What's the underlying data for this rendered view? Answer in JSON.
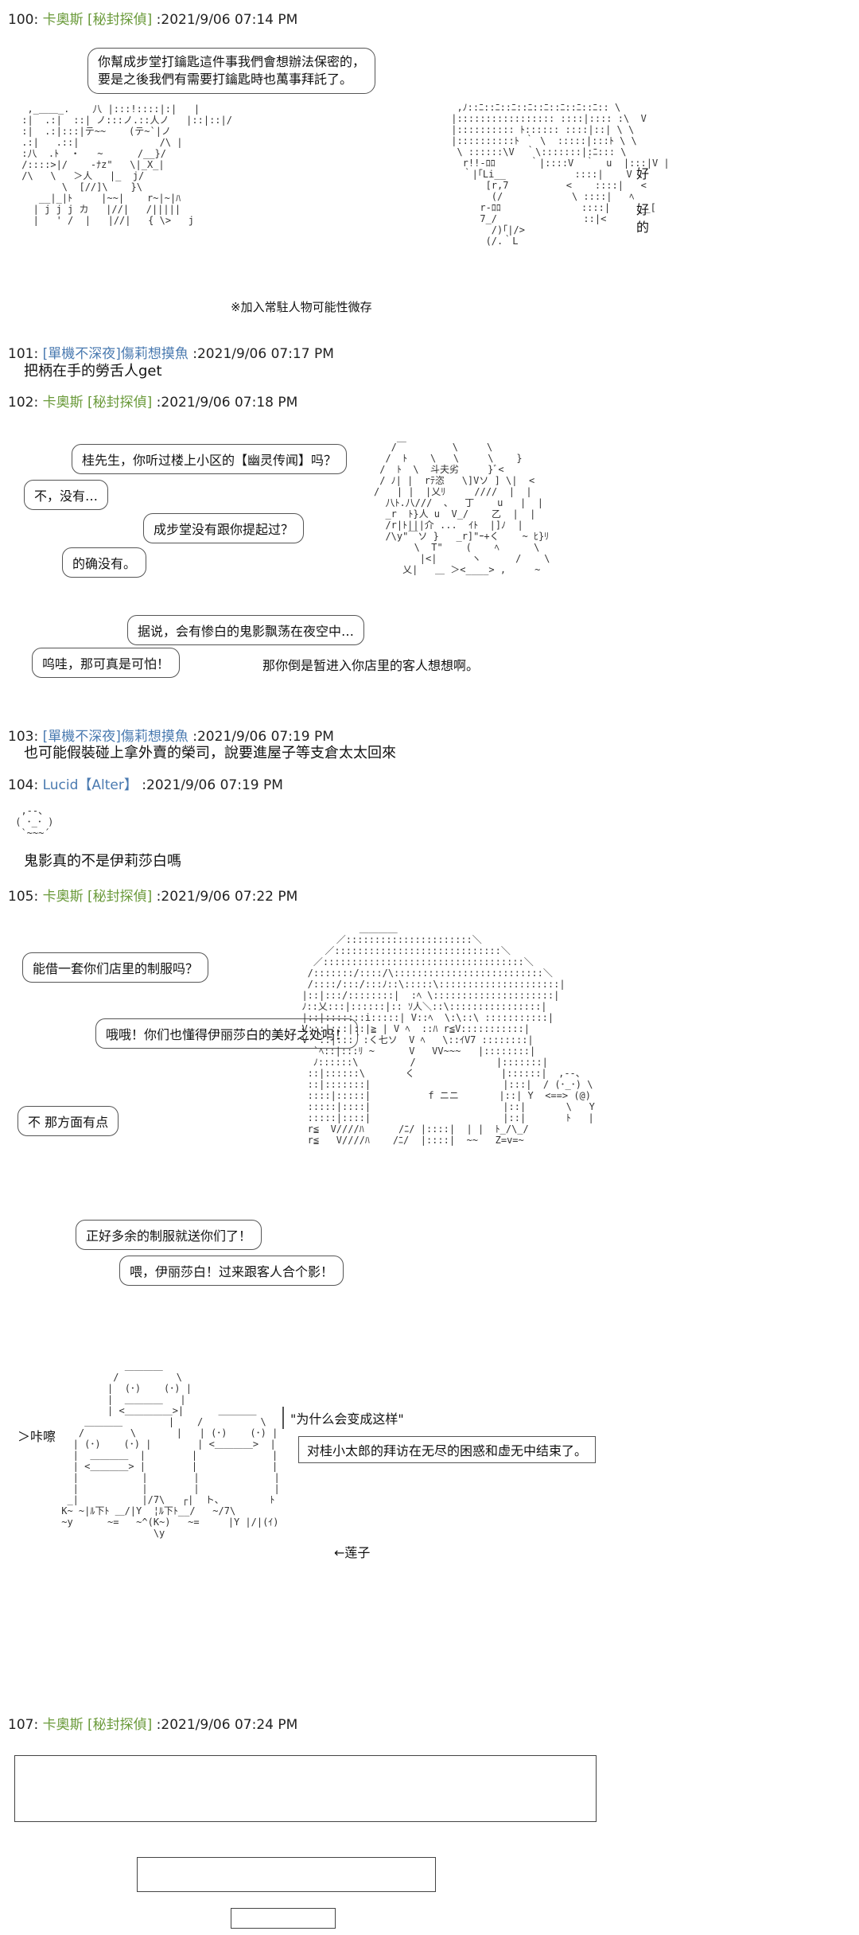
{
  "posts": [
    {
      "num": "100:",
      "name": "卡奧斯 [秘封探偵]",
      "datetime": ":2021/9/06 07:14 PM"
    },
    {
      "num": "101:",
      "name": "[單機不深夜]傷莉想摸魚",
      "datetime": ":2021/9/06 07:17 PM",
      "comment": "把柄在手的勞舌人get"
    },
    {
      "num": "102:",
      "name": "卡奧斯 [秘封探偵]",
      "datetime": ":2021/9/06 07:18 PM"
    },
    {
      "num": "103:",
      "name": "[單機不深夜]傷莉想摸魚",
      "datetime": ":2021/9/06 07:19 PM",
      "comment": "也可能假裝碰上拿外賣的榮司，說要進屋子等支倉太太回來"
    },
    {
      "num": "104:",
      "name": "Lucid【Alter】",
      "datetime": ":2021/9/06 07:19 PM",
      "comment": "鬼影真的不是伊莉莎白嗎"
    },
    {
      "num": "105:",
      "name": "卡奧斯 [秘封探偵]",
      "datetime": ":2021/9/06 07:22 PM"
    },
    {
      "num": "107:",
      "name": "卡奧斯 [秘封探偵]",
      "datetime": ":2021/9/06 07:24 PM"
    }
  ],
  "p100": {
    "bubble_line1": "你幫成步堂打鑰匙這件事我們會想辦法保密的，",
    "bubble_line2": "要是之後我們有需要打鑰匙時也萬事拜託了。",
    "side_text": [
      "好",
      "好",
      "的"
    ],
    "note": "※加入常駐人物可能性微存"
  },
  "p102": {
    "b1": "桂先生，你听过楼上小区的【幽灵传闻】吗？",
    "b2": "不，没有…",
    "b3": "成步堂没有跟你提起过？",
    "b4": "的确没有。",
    "b5": "据说，会有惨白的鬼影飘荡在夜空中…",
    "b6": "呜哇，那可真是可怕！",
    "b7": "那你倒是暂进入你店里的客人想想啊。"
  },
  "p105": {
    "b1": "能借一套你们店里的制服吗？",
    "b2": "哦哦！你们也懂得伊丽莎白的美好之处吗！",
    "b3": "不  那方面有点",
    "b4": "正好多余的制服就送你们了！",
    "b5": "喂，伊丽莎白！过来跟客人合个影！",
    "sfx1": "＞咔嚓",
    "title": "\"为什么会变成这样\"",
    "caption": "对桂小太郎的拜访在无尽的困惑和虚无中结束了。",
    "label": "←莲子"
  }
}
